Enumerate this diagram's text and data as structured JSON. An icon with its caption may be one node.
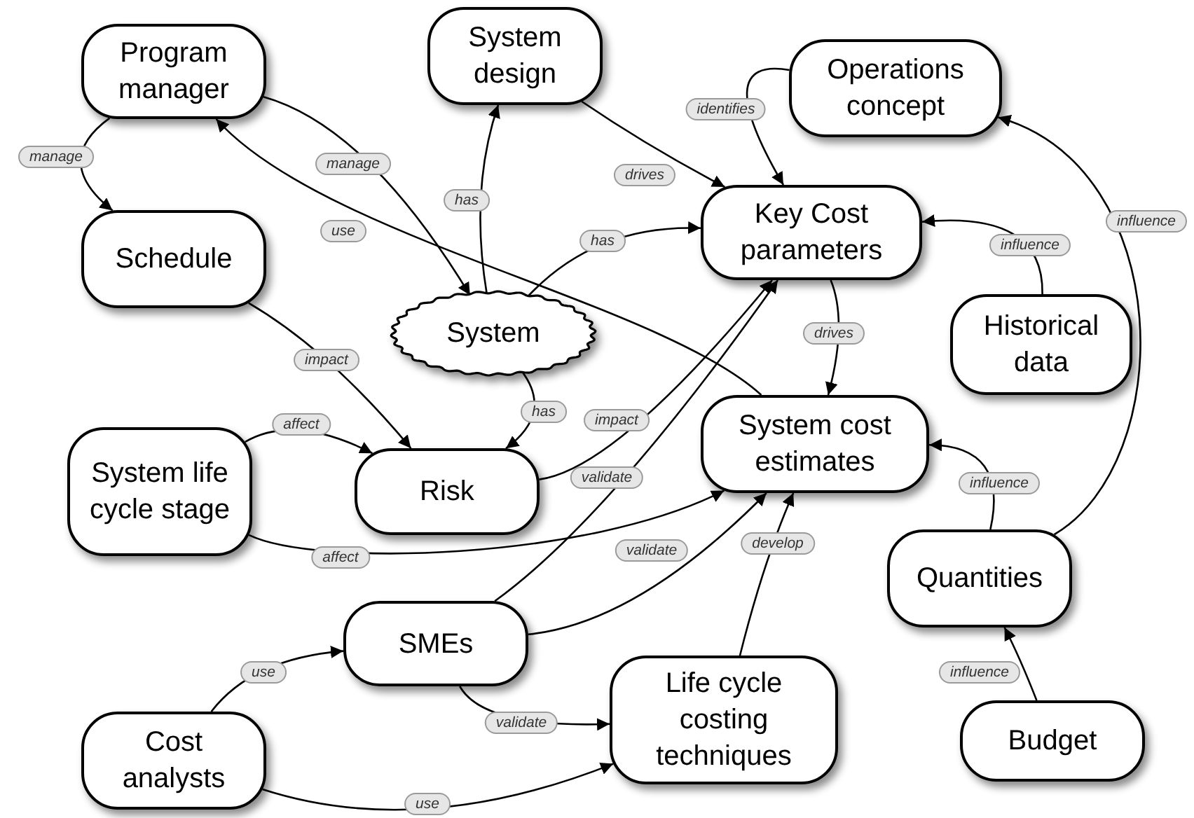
{
  "diagram": {
    "nodes": [
      {
        "text": [
          "Program manager"
        ]
      },
      {
        "text": [
          "System design"
        ]
      },
      {
        "text": [
          "Operations concept"
        ]
      },
      {
        "text": [
          "Schedule"
        ]
      },
      {
        "text": [
          "Key Cost parameters"
        ]
      },
      {
        "text": [
          "System"
        ]
      },
      {
        "text": [
          "Historical data"
        ]
      },
      {
        "text": [
          "System cost estimates"
        ]
      },
      {
        "text": [
          "System life cycle stage"
        ]
      },
      {
        "text": [
          "Risk"
        ]
      },
      {
        "text": [
          "Quantities"
        ]
      },
      {
        "text": [
          "SMEs"
        ]
      },
      {
        "text": [
          "Life cycle costing techniques"
        ]
      },
      {
        "text": [
          "Cost analysts"
        ]
      },
      {
        "text": [
          "Budget"
        ]
      }
    ],
    "edges": [
      {
        "from": 0,
        "to": 3,
        "arrow": "to",
        "label": "manage"
      },
      {
        "from": 0,
        "to": 5,
        "arrow": "to",
        "label": "manage"
      },
      {
        "from": 7,
        "to": 0,
        "arrow": "to",
        "label": "use"
      },
      {
        "from": 5,
        "to": 1,
        "arrow": "to",
        "label": "has"
      },
      {
        "from": 5,
        "to": 4,
        "arrow": "to",
        "label": "has"
      },
      {
        "from": 2,
        "to": 4,
        "arrow": "to",
        "label": "identifies"
      },
      {
        "from": 1,
        "to": 4,
        "arrow": "to",
        "label": "drives"
      },
      {
        "from": 6,
        "to": 4,
        "arrow": "to",
        "label": "influence"
      },
      {
        "from": 4,
        "to": 7,
        "arrow": "to",
        "label": "drives"
      },
      {
        "from": 3,
        "to": 9,
        "arrow": "to",
        "label": "impact"
      },
      {
        "from": 5,
        "to": 9,
        "arrow": "to",
        "label": "has"
      },
      {
        "from": 9,
        "to": 4,
        "arrow": "to",
        "label": "impact"
      },
      {
        "from": 8,
        "to": 9,
        "arrow": "to",
        "label": "affect"
      },
      {
        "from": 8,
        "to": 7,
        "arrow": "to",
        "label": "affect"
      },
      {
        "from": 11,
        "to": 4,
        "arrow": "to",
        "label": "validate"
      },
      {
        "from": 11,
        "to": 7,
        "arrow": "to",
        "label": "validate"
      },
      {
        "from": 13,
        "to": 11,
        "arrow": "to",
        "label": "use"
      },
      {
        "from": 11,
        "to": 12,
        "arrow": "to",
        "label": "validate"
      },
      {
        "from": 13,
        "to": 12,
        "arrow": "to",
        "label": "use"
      },
      {
        "from": 12,
        "to": 7,
        "arrow": "to",
        "label": "develop"
      },
      {
        "from": 10,
        "to": 7,
        "arrow": "to",
        "label": "influence"
      },
      {
        "from": 10,
        "to": 2,
        "arrow": "to",
        "label": "influence"
      },
      {
        "from": 14,
        "to": 10,
        "arrow": "to",
        "label": "influence"
      }
    ]
  }
}
